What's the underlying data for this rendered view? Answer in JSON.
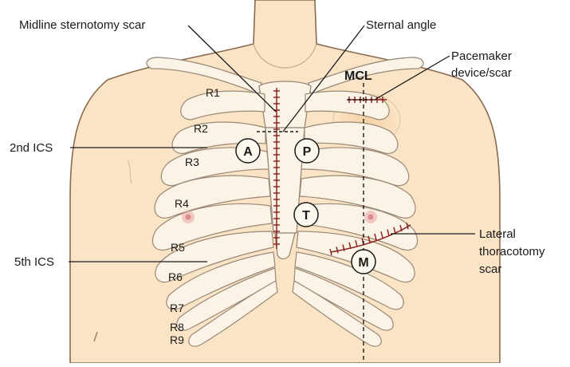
{
  "callouts": {
    "midline": "Midline sternotomy scar",
    "sternal_angle": "Sternal angle",
    "pacemaker_line1": "Pacemaker",
    "pacemaker_line2": "device/scar",
    "mcl": "MCL",
    "ics2": "2nd ICS",
    "ics5": "5th ICS",
    "lateral_line1": "Lateral",
    "lateral_line2": "thoracotomy",
    "lateral_line3": "scar"
  },
  "rib_labels": [
    "R1",
    "R2",
    "R3",
    "R4",
    "R5",
    "R6",
    "R7",
    "R8",
    "R9"
  ],
  "areas": {
    "aortic": "A",
    "pulmonary": "P",
    "tricuspid": "T",
    "mitral": "M"
  },
  "colors": {
    "skin": "#fbe4c6",
    "skin_outline": "#8a6a4e",
    "bone": "#fbf3e6",
    "scar": "#8b1a1a",
    "nipple": "#e9a3a3"
  }
}
